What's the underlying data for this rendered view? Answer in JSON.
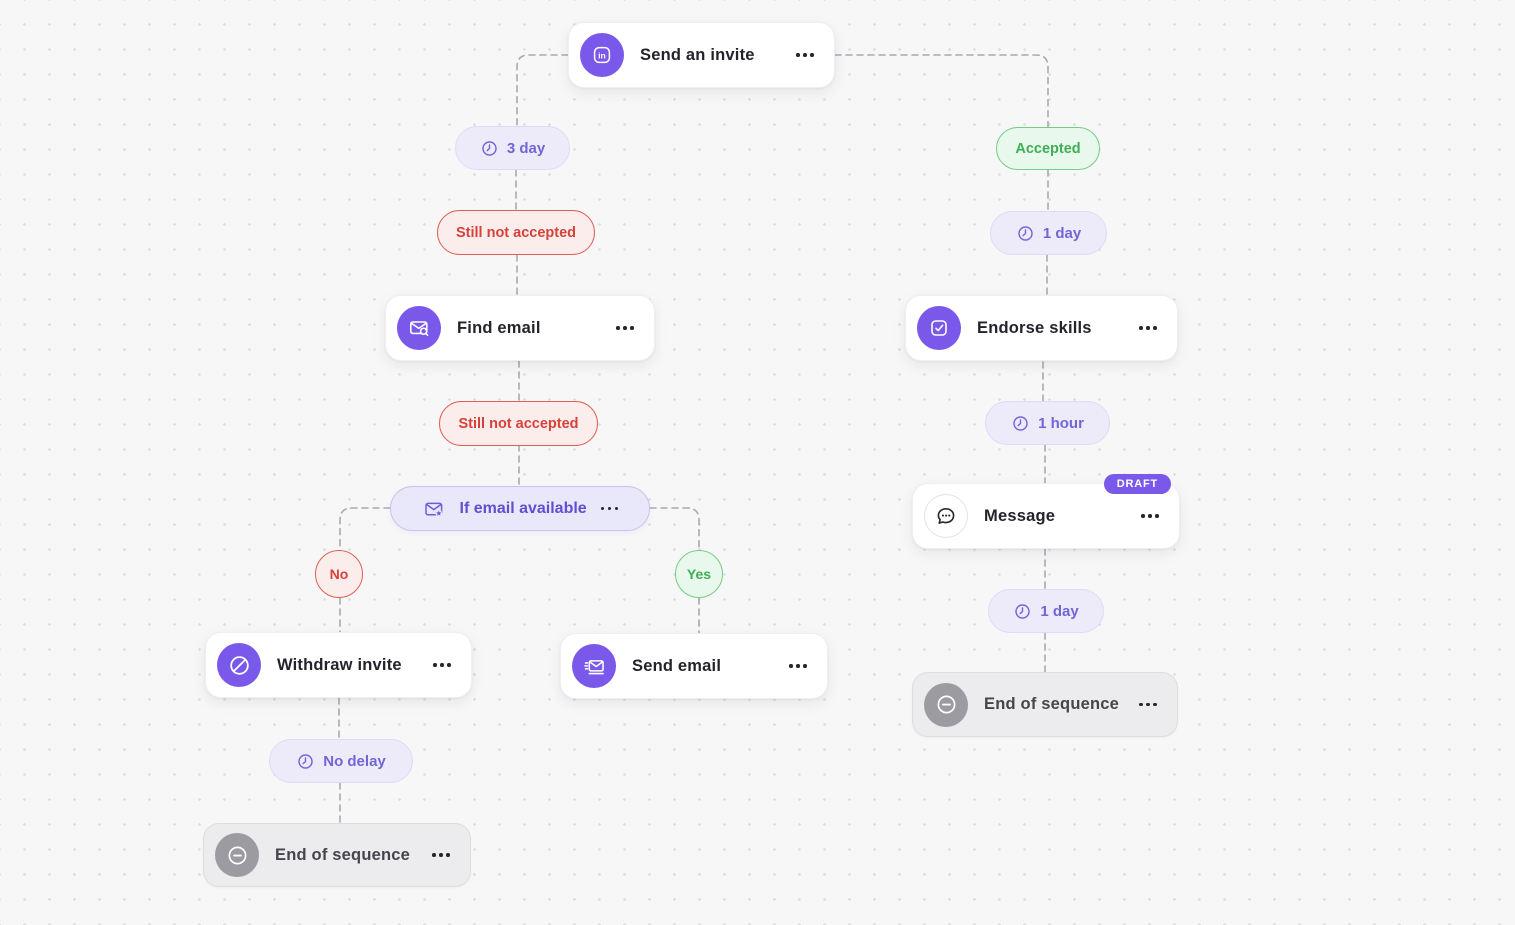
{
  "canvas": {
    "type": "automation-sequence-flow",
    "background": "#F7F7F8",
    "dot_grid_color": "#DEDEE2",
    "connector_color": "#A9A9B0",
    "connector_style": "dashed"
  },
  "colors": {
    "accent_purple": "#7A58EA",
    "delay_pill_bg": "#EDEBFA",
    "delay_pill_text": "#7265D6",
    "condition_pill_bg": "#E9E7FA",
    "condition_pill_text": "#5F50D0",
    "negative_bg": "#FBEDEB",
    "negative_border": "#DE6055",
    "negative_text": "#D6423A",
    "positive_bg": "#E9F8EC",
    "positive_border": "#74CE84",
    "positive_text": "#3EAE54",
    "end_node_bg": "#ECECEE",
    "end_node_circle": "#9B9BA1",
    "card_text": "#23232B",
    "draft_badge_bg": "#7A58EA"
  },
  "icons": {
    "linkedin": "linkedin-icon",
    "mail_search": "mail-search-icon",
    "block": "block-icon",
    "mail_send": "mail-send-icon",
    "endorse_check": "checkbox-check-icon",
    "chat": "chat-bubble-icon",
    "minus_circle": "minus-circle-icon",
    "clock": "clock-icon",
    "mail_star": "mail-star-icon",
    "more_options": "ellipsis-dots"
  },
  "nodes": {
    "send_invite": {
      "label": "Send an invite"
    },
    "find_email": {
      "label": "Find email"
    },
    "withdraw_invite": {
      "label": "Withdraw invite"
    },
    "send_email": {
      "label": "Send email"
    },
    "endorse_skills": {
      "label": "Endorse skills"
    },
    "message": {
      "label": "Message",
      "badge": "DRAFT"
    },
    "end_of_sequence_left": {
      "label": "End of sequence"
    },
    "end_of_sequence_right": {
      "label": "End of sequence"
    }
  },
  "pills": {
    "delay_3_day": {
      "label": "3 day"
    },
    "still_not_accepted_1": {
      "label": "Still not accepted"
    },
    "still_not_accepted_2": {
      "label": "Still not accepted"
    },
    "if_email_available": {
      "label": "If email available"
    },
    "branch_no": {
      "label": "No"
    },
    "branch_yes": {
      "label": "Yes"
    },
    "no_delay": {
      "label": "No delay"
    },
    "accepted": {
      "label": "Accepted"
    },
    "delay_1_day_top": {
      "label": "1 day"
    },
    "delay_1_hour": {
      "label": "1 hour"
    },
    "delay_1_day_bottom": {
      "label": "1 day"
    }
  }
}
